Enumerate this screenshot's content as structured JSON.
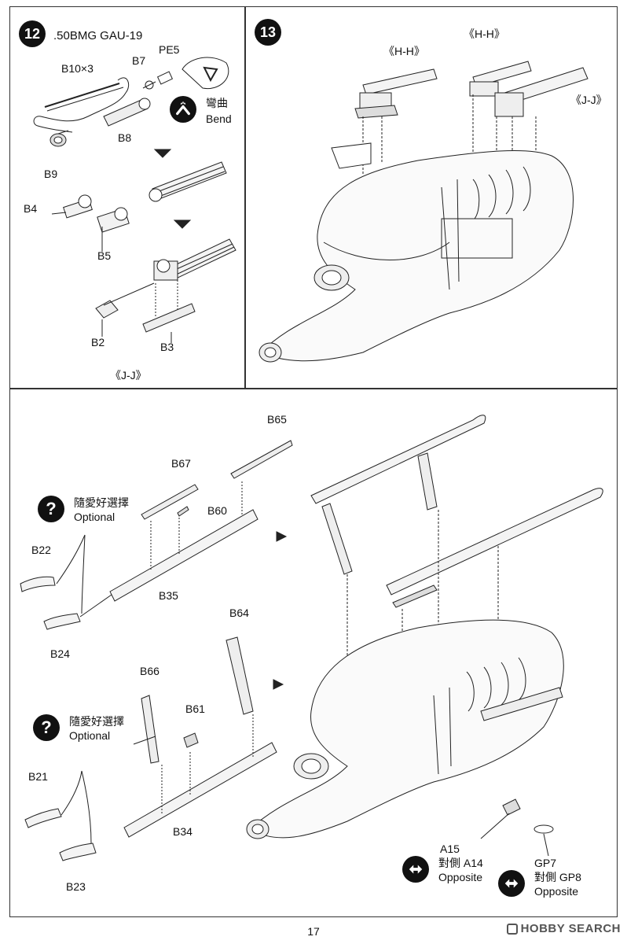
{
  "step12": {
    "number": "12",
    "title": ".50BMG GAU-19",
    "parts": {
      "b10": "B10×3",
      "b7": "B7",
      "pe5": "PE5",
      "b8": "B8",
      "b9": "B9",
      "b4": "B4",
      "b5": "B5",
      "b2": "B2",
      "b3": "B3"
    },
    "bend_zh": "彎曲",
    "bend_en": "Bend",
    "view": "《J-J》"
  },
  "step13": {
    "number": "13",
    "view_hh_left": "《H-H》",
    "view_hh_right": "《H-H》",
    "view_jj": "《J-J》"
  },
  "lower": {
    "parts": {
      "b65": "B65",
      "b67": "B67",
      "b60": "B60",
      "b22": "B22",
      "b35": "B35",
      "b24": "B24",
      "b64": "B64",
      "b66": "B66",
      "b61": "B61",
      "b21": "B21",
      "b34": "B34",
      "b23": "B23",
      "a15": "A15",
      "gp7": "GP7"
    },
    "optional_zh": "隨愛好選擇",
    "optional_en": "Optional",
    "opposite_a14_zh": "對側 A14",
    "opposite_gp8_zh": "對側 GP8",
    "opposite_en": "Opposite"
  },
  "footer": {
    "page_number": "17",
    "watermark": "HOBBY SEARCH"
  }
}
